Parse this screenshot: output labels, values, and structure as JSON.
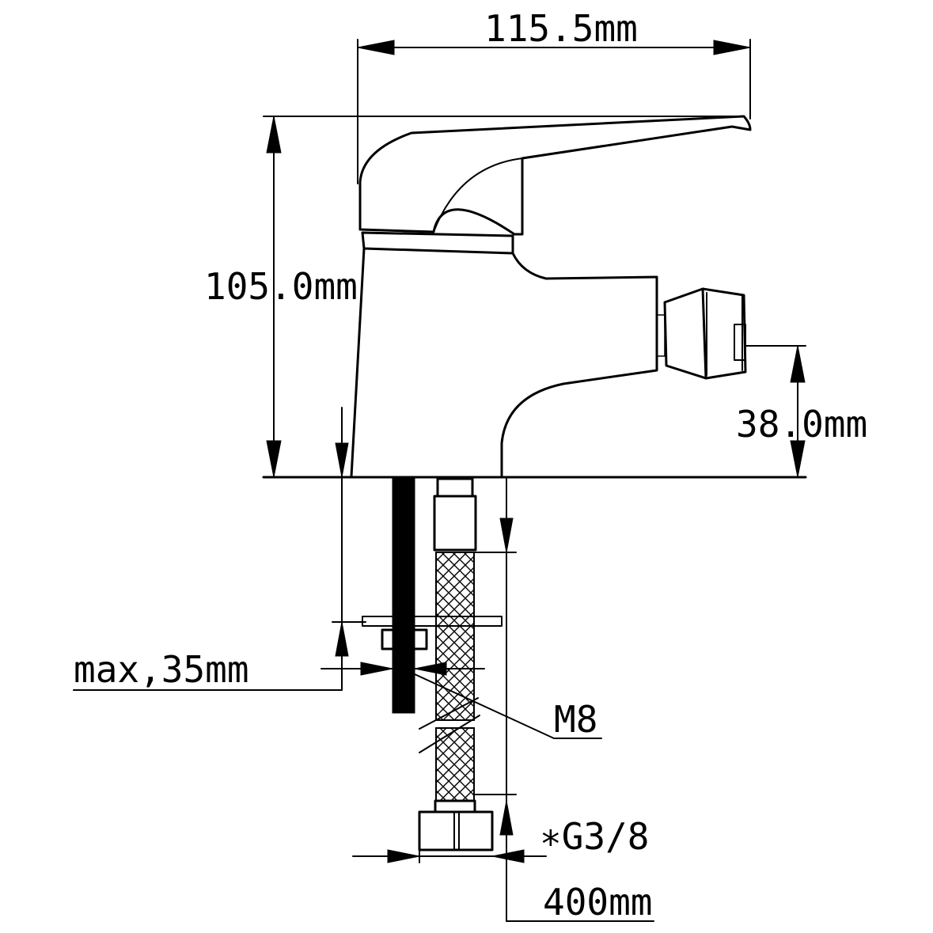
{
  "dimensions": {
    "width_label": "115.5mm",
    "height_label": "105.0mm",
    "spout_height_label": "38.0mm",
    "max_thickness_label": "max,35mm",
    "thread_label": "M8",
    "connector_label": "∗G3/8",
    "hose_length_label": "400mm"
  },
  "colors": {
    "line": "#000000",
    "background": "#ffffff"
  }
}
